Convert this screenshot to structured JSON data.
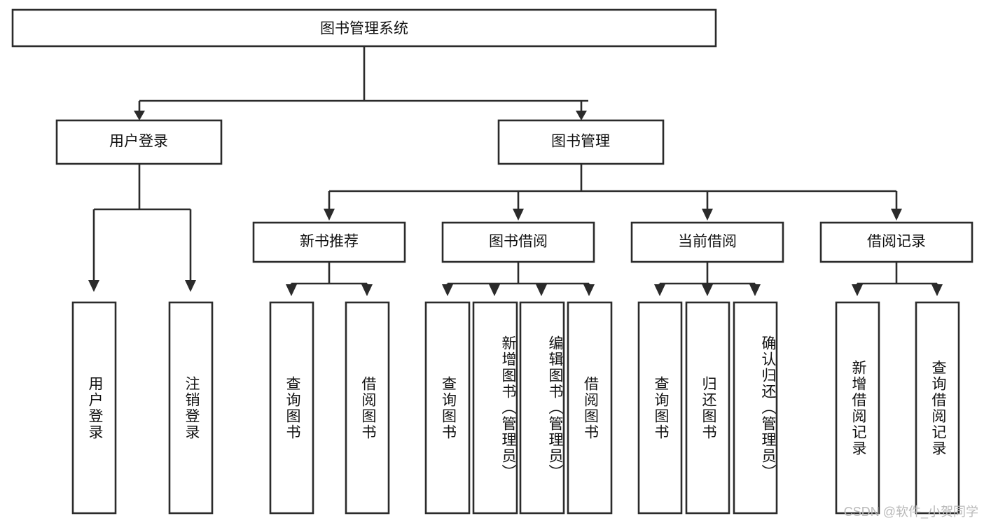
{
  "diagram": {
    "type": "tree",
    "title": "图书管理系统",
    "root": {
      "label": "图书管理系统",
      "orientation": "horizontal"
    },
    "level2": [
      {
        "label": "用户登录",
        "orientation": "horizontal"
      },
      {
        "label": "图书管理",
        "orientation": "horizontal"
      }
    ],
    "level3": [
      {
        "label": "新书推荐",
        "orientation": "horizontal"
      },
      {
        "label": "图书借阅",
        "orientation": "horizontal"
      },
      {
        "label": "当前借阅",
        "orientation": "horizontal"
      },
      {
        "label": "借阅记录",
        "orientation": "horizontal"
      }
    ],
    "leaves": [
      {
        "label": "用户登录",
        "parent": "用户登录",
        "orientation": "vertical"
      },
      {
        "label": "注销登录",
        "parent": "用户登录",
        "orientation": "vertical"
      },
      {
        "label": "查询图书",
        "parent": "新书推荐",
        "orientation": "vertical"
      },
      {
        "label": "借阅图书",
        "parent": "新书推荐",
        "orientation": "vertical"
      },
      {
        "label": "查询图书",
        "parent": "图书借阅",
        "orientation": "vertical"
      },
      {
        "label": "新增图书（管理员）",
        "parent": "图书借阅",
        "orientation": "vertical"
      },
      {
        "label": "编辑图书（管理员）",
        "parent": "图书借阅",
        "orientation": "vertical"
      },
      {
        "label": "借阅图书",
        "parent": "图书借阅",
        "orientation": "vertical"
      },
      {
        "label": "查询图书",
        "parent": "当前借阅",
        "orientation": "vertical"
      },
      {
        "label": "归还图书",
        "parent": "当前借阅",
        "orientation": "vertical"
      },
      {
        "label": "确认归还（管理员）",
        "parent": "当前借阅",
        "orientation": "vertical"
      },
      {
        "label": "新增借阅记录",
        "parent": "借阅记录",
        "orientation": "vertical"
      },
      {
        "label": "查询借阅记录",
        "parent": "借阅记录",
        "orientation": "vertical"
      }
    ],
    "colors": {
      "background": "#ffffff",
      "box_fill": "#ffffff",
      "box_stroke": "#2b2b2b",
      "text": "#111111",
      "watermark": "#b9b9b9"
    }
  },
  "watermark": {
    "text": "CSDN @软件_小贺同学"
  }
}
